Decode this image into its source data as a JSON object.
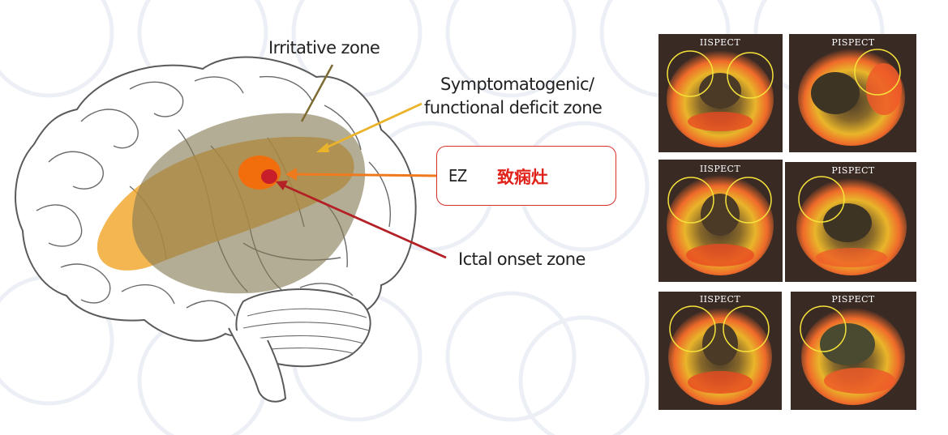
{
  "labels": {
    "irritative": "Irritative zone",
    "symptomatogenic_line1": "Symptomatogenic/",
    "symptomatogenic_line2": "functional deficit zone",
    "ez_code": "EZ",
    "ez_chinese": "致痫灶",
    "ictal_onset": "Ictal onset zone"
  },
  "spect_panels": [
    {
      "title": "IISPECT",
      "circles": 2
    },
    {
      "title": "PISPECT",
      "circles": 1
    },
    {
      "title": "IISPECT",
      "circles": 2
    },
    {
      "title": "PISPECT",
      "circles": 1
    },
    {
      "title": "IISPECT",
      "circles": 2
    },
    {
      "title": "PISPECT",
      "circles": 1
    }
  ],
  "colors": {
    "irritative_zone": "#857b55",
    "symptomatogenic_zone": "#f0a21f",
    "ez_ring": "#f26d0c",
    "ictal_onset_core": "#c81e2a",
    "ez_box_border": "#d9302a",
    "ez_chinese_text": "#e0231b",
    "spect_background": "#3a2a24",
    "spect_highlight_circle": "#f5e23a"
  }
}
